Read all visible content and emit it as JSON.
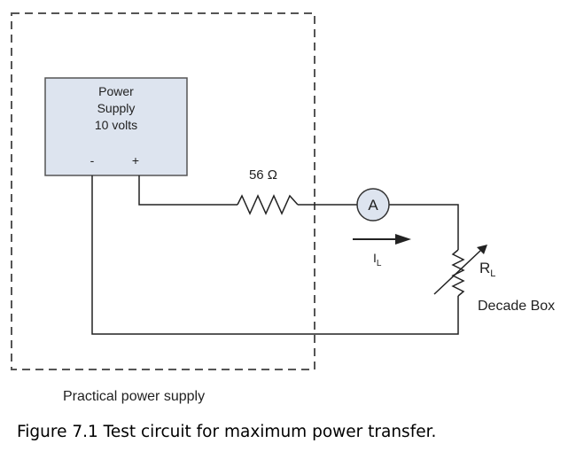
{
  "diagram": {
    "power_supply": {
      "line1": "Power",
      "line2": "Supply",
      "line3": "10 volts",
      "minus": "-",
      "plus": "+",
      "fill": "#dde4ef"
    },
    "resistor": {
      "label": "56 Ω"
    },
    "ammeter": {
      "label": "A"
    },
    "current": {
      "base": "I",
      "sub": "L"
    },
    "load": {
      "base": "R",
      "sub": "L",
      "name": "Decade Box"
    },
    "region_label": "Practical power supply",
    "caption": "Figure 7.1 Test circuit for maximum power transfer.",
    "colors": {
      "wire": "#222222",
      "dashed_border": "#555555"
    }
  }
}
